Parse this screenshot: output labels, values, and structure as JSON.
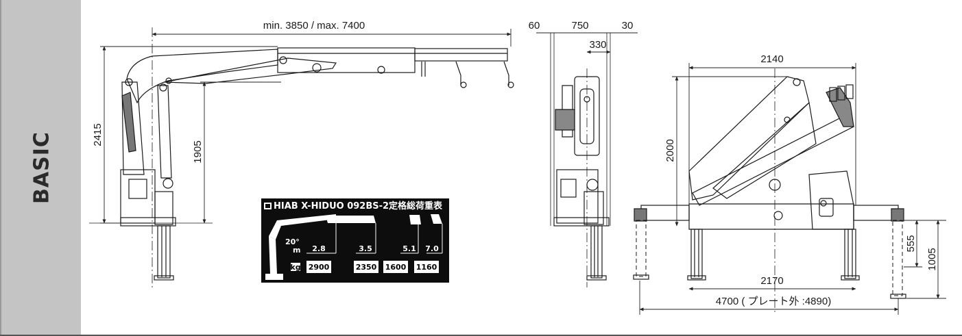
{
  "section_label": "BASIC",
  "dimensions": {
    "reach": "min. 3850 / max. 7400",
    "total_height": "2415",
    "hook_height": "1905",
    "side_left": "60",
    "side_mid": "750",
    "side_right": "30",
    "side_inner": "330",
    "front_height": "2000",
    "front_width": "2140",
    "outrigger_span": "2170",
    "plate_span": "4700 ( プレート外 :4890)",
    "stroke_1": "555",
    "stroke_2": "1005"
  },
  "load_plate": {
    "title": "HIAB X-HIDUO 092BS-2",
    "title_jp": "定格総荷重表",
    "unit_m": "m",
    "unit_kg": "kg",
    "angle": "20°",
    "radius": [
      "2.8",
      "3.5",
      "5.1",
      "7.0"
    ],
    "load": [
      "2900",
      "2350",
      "1600",
      "1160"
    ]
  }
}
